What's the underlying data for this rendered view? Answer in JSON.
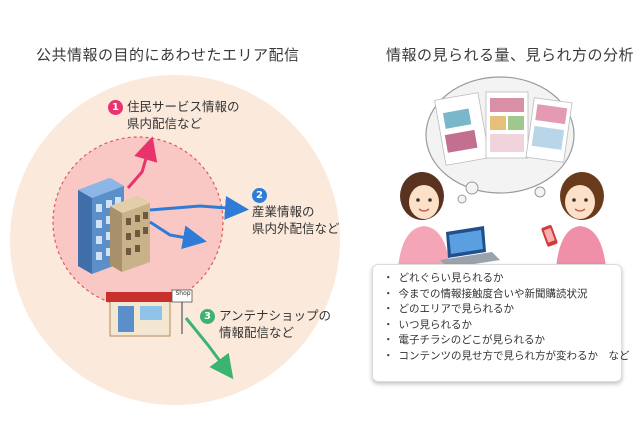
{
  "left": {
    "title": "公共情報の目的にあわせたエリア配信",
    "items": [
      {
        "num": "1",
        "line1": "住民サービス情報の",
        "line2": "県内配信など",
        "color": "#e8336d"
      },
      {
        "num": "2",
        "line1": "産業情報の",
        "line2": "県内外配信など",
        "color": "#2f7bd8"
      },
      {
        "num": "3",
        "line1": "アンテナショップの",
        "line2": "情報配信など",
        "color": "#3cb371"
      }
    ],
    "shop_sign": "Shop"
  },
  "right": {
    "title": "情報の見られる量、見られ方の分析",
    "analysis_list": [
      "どれぐらい見られるか",
      "今までの情報接触度合いや新聞購読状況",
      "どのエリアで見られるか",
      "いつ見られるか",
      "電子チラシのどこが見られるか",
      "コンテンツの見せ方で見られ方が変わるか　など"
    ]
  },
  "colors": {
    "outer_circle": "#fbe9dc",
    "inner_circle": "#f9c8c4",
    "inner_border": "#e05a5a",
    "arrow_pink": "#e8336d",
    "arrow_blue": "#2f7bd8",
    "arrow_green": "#3cb371"
  }
}
